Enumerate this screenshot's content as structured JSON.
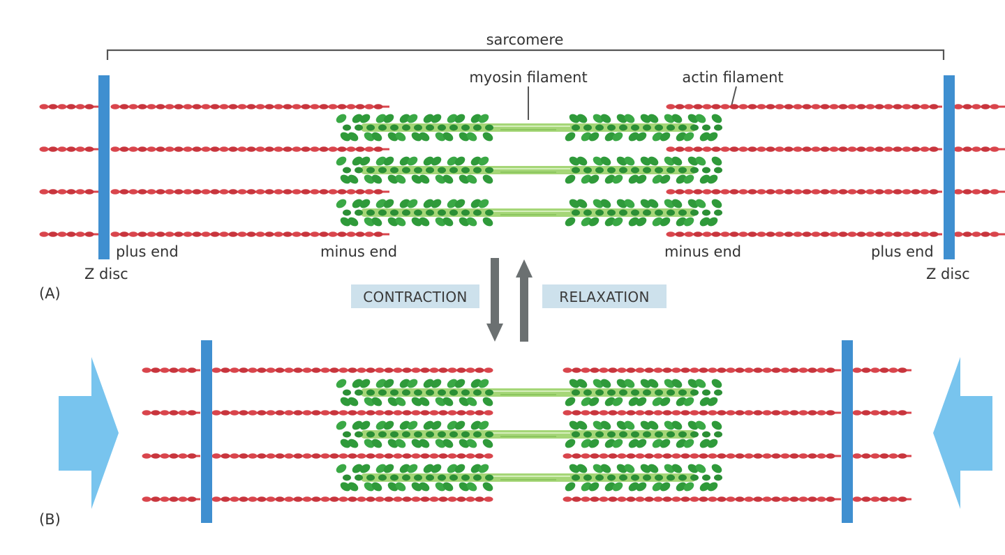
{
  "labels": {
    "sarcomere": "sarcomere",
    "myosin_filament": "myosin filament",
    "actin_filament": "actin filament",
    "plus_end": "plus end",
    "minus_end": "minus end",
    "z_disc": "Z disc",
    "panel_a": "(A)",
    "panel_b": "(B)",
    "contraction": "CONTRACTION",
    "relaxation": "RELAXATION"
  },
  "colors": {
    "actin": "#d9454c",
    "myosin_head": "#2f9a3a",
    "myosin_shaft": "#a5d677",
    "z_disc": "#3f8fd0",
    "force_arrow": "#78c4ee",
    "state_box": "#cde1ec",
    "transition_arrow": "#6b7071",
    "bracket": "#555555"
  }
}
